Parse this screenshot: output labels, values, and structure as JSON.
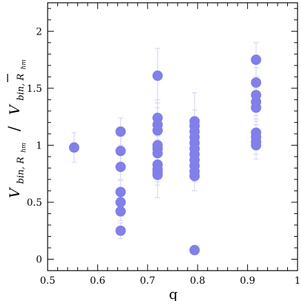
{
  "chart_data": {
    "type": "scatter",
    "xlabel": "q",
    "ylabel_parts": {
      "numer_main": "V",
      "numer_sub": "bin, R",
      "numer_subsub": "hm",
      "slash": "/",
      "denom_main": "V",
      "denom_sub": "bin, R",
      "denom_subsub": "hm"
    },
    "xlim": [
      0.5,
      1.0
    ],
    "ylim": [
      -0.1,
      2.25
    ],
    "x_ticks": [
      {
        "value": 0.5,
        "label": "0.5"
      },
      {
        "value": 0.6,
        "label": "0.6"
      },
      {
        "value": 0.7,
        "label": "0.7"
      },
      {
        "value": 0.8,
        "label": "0.8"
      },
      {
        "value": 0.9,
        "label": "0.9"
      },
      {
        "value": 1.0,
        "label": "1"
      }
    ],
    "y_ticks": [
      {
        "value": 0,
        "label": "0"
      },
      {
        "value": 0.5,
        "label": "0.5"
      },
      {
        "value": 1,
        "label": "1"
      },
      {
        "value": 1.5,
        "label": "1.5"
      },
      {
        "value": 2,
        "label": "2"
      }
    ],
    "grid": false,
    "marker_color": "#8080e8",
    "errorbar_color": "#d8d8f2",
    "points": [
      {
        "x": 0.553,
        "y": 0.98,
        "ylo": 0.85,
        "yhi": 1.11
      },
      {
        "x": 0.646,
        "y": 1.12,
        "ylo": 1.0,
        "yhi": 1.24
      },
      {
        "x": 0.646,
        "y": 0.95,
        "ylo": 0.82,
        "yhi": 1.08
      },
      {
        "x": 0.646,
        "y": 0.81,
        "ylo": 0.7,
        "yhi": 0.92
      },
      {
        "x": 0.646,
        "y": 0.59,
        "ylo": 0.49,
        "yhi": 0.69
      },
      {
        "x": 0.646,
        "y": 0.5,
        "ylo": 0.41,
        "yhi": 0.59
      },
      {
        "x": 0.646,
        "y": 0.42,
        "ylo": 0.34,
        "yhi": 0.5
      },
      {
        "x": 0.646,
        "y": 0.25,
        "ylo": 0.18,
        "yhi": 0.32
      },
      {
        "x": 0.72,
        "y": 1.61,
        "ylo": 1.37,
        "yhi": 1.85
      },
      {
        "x": 0.72,
        "y": 1.24,
        "ylo": 1.08,
        "yhi": 1.4
      },
      {
        "x": 0.72,
        "y": 1.18,
        "ylo": 1.03,
        "yhi": 1.33
      },
      {
        "x": 0.72,
        "y": 1.13,
        "ylo": 0.99,
        "yhi": 1.27
      },
      {
        "x": 0.72,
        "y": 1.0,
        "ylo": 0.87,
        "yhi": 1.13
      },
      {
        "x": 0.72,
        "y": 0.97,
        "ylo": 0.85,
        "yhi": 1.09
      },
      {
        "x": 0.72,
        "y": 0.93,
        "ylo": 0.81,
        "yhi": 1.05
      },
      {
        "x": 0.72,
        "y": 0.83,
        "ylo": 0.72,
        "yhi": 0.94
      },
      {
        "x": 0.72,
        "y": 0.79,
        "ylo": 0.68,
        "yhi": 0.9
      },
      {
        "x": 0.72,
        "y": 0.76,
        "ylo": 0.65,
        "yhi": 0.87
      },
      {
        "x": 0.72,
        "y": 0.74,
        "ylo": 0.54,
        "yhi": 0.94
      },
      {
        "x": 0.794,
        "y": 1.21,
        "ylo": 0.95,
        "yhi": 1.46
      },
      {
        "x": 0.794,
        "y": 1.17,
        "ylo": 1.03,
        "yhi": 1.31
      },
      {
        "x": 0.794,
        "y": 1.12,
        "ylo": 0.99,
        "yhi": 1.25
      },
      {
        "x": 0.794,
        "y": 1.07,
        "ylo": 0.95,
        "yhi": 1.19
      },
      {
        "x": 0.794,
        "y": 1.02,
        "ylo": 0.91,
        "yhi": 1.13
      },
      {
        "x": 0.794,
        "y": 0.97,
        "ylo": 0.86,
        "yhi": 1.08
      },
      {
        "x": 0.794,
        "y": 0.92,
        "ylo": 0.82,
        "yhi": 1.02
      },
      {
        "x": 0.794,
        "y": 0.87,
        "ylo": 0.77,
        "yhi": 0.97
      },
      {
        "x": 0.794,
        "y": 0.82,
        "ylo": 0.73,
        "yhi": 0.91
      },
      {
        "x": 0.794,
        "y": 0.77,
        "ylo": 0.68,
        "yhi": 0.86
      },
      {
        "x": 0.794,
        "y": 0.73,
        "ylo": 0.6,
        "yhi": 0.86
      },
      {
        "x": 0.794,
        "y": 0.08,
        "ylo": 0.05,
        "yhi": 0.11
      },
      {
        "x": 0.917,
        "y": 1.75,
        "ylo": 1.6,
        "yhi": 1.9
      },
      {
        "x": 0.917,
        "y": 1.55,
        "ylo": 1.42,
        "yhi": 1.68
      },
      {
        "x": 0.917,
        "y": 1.44,
        "ylo": 1.31,
        "yhi": 1.57
      },
      {
        "x": 0.917,
        "y": 1.38,
        "ylo": 1.26,
        "yhi": 1.5
      },
      {
        "x": 0.917,
        "y": 1.33,
        "ylo": 1.21,
        "yhi": 1.45
      },
      {
        "x": 0.917,
        "y": 1.11,
        "ylo": 0.99,
        "yhi": 1.23
      },
      {
        "x": 0.917,
        "y": 1.07,
        "ylo": 0.96,
        "yhi": 1.18
      },
      {
        "x": 0.917,
        "y": 1.03,
        "ylo": 0.92,
        "yhi": 1.14
      },
      {
        "x": 0.917,
        "y": 1.0,
        "ylo": 0.88,
        "yhi": 1.12
      }
    ]
  }
}
